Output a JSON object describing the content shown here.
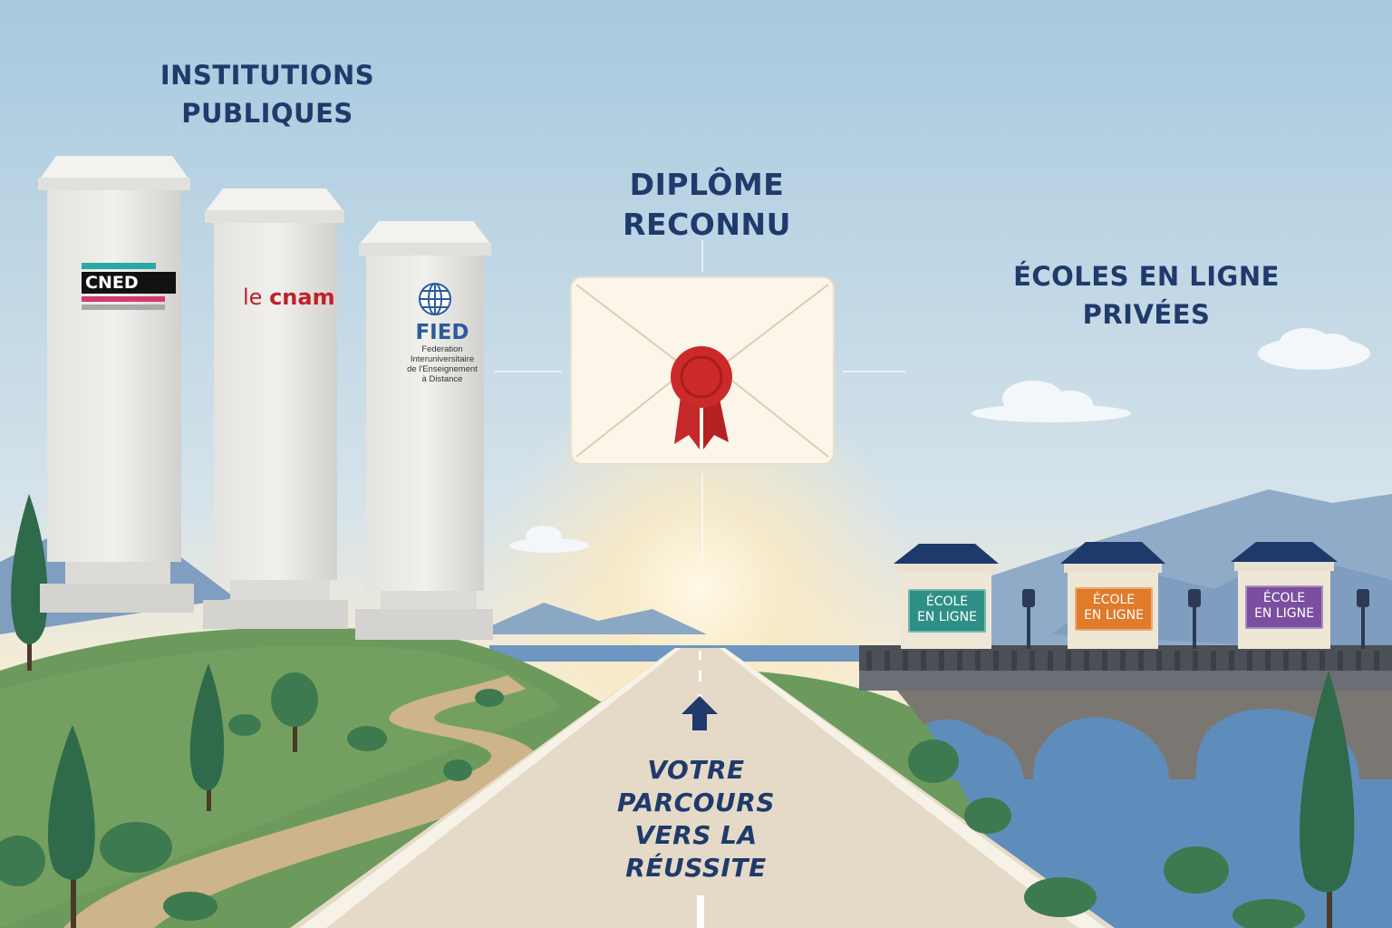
{
  "labels": {
    "public_institutions": [
      "INSTITUTIONS",
      "PUBLIQUES"
    ],
    "diploma": [
      "DIPLÔME",
      "RECONNU"
    ],
    "private_schools": [
      "ÉCOLES EN LIGNE",
      "PRIVÉES"
    ],
    "path": [
      "VOTRE",
      "PARCOURS",
      "VERS LA",
      "RÉUSSITE"
    ]
  },
  "institutions": {
    "cned": "CNED",
    "cnam_prefix": "le",
    "cnam_name": "cnam",
    "fied_name": "FIED",
    "fied_subtitle": [
      "Federation",
      "Interuniversitaire",
      "de l'Enseignement",
      "à Distance"
    ]
  },
  "schools": [
    {
      "line1": "ÉCOLE",
      "line2": "EN LIGNE",
      "color": "#2e8f86"
    },
    {
      "line1": "ÉCOLE",
      "line2": "EN LIGNE",
      "color": "#e07b2a"
    },
    {
      "line1": "ÉCOLE",
      "line2": "EN LIGNE",
      "color": "#7b4fa0"
    }
  ],
  "colors": {
    "sky_top": "#a9cbe0",
    "sky_bottom": "#f2e9d4",
    "grass": "#6f9b5a",
    "road": "#e6dccb",
    "water": "#5f8fbd",
    "text": "#1f3a6b",
    "seal": "#cc2a2a"
  }
}
